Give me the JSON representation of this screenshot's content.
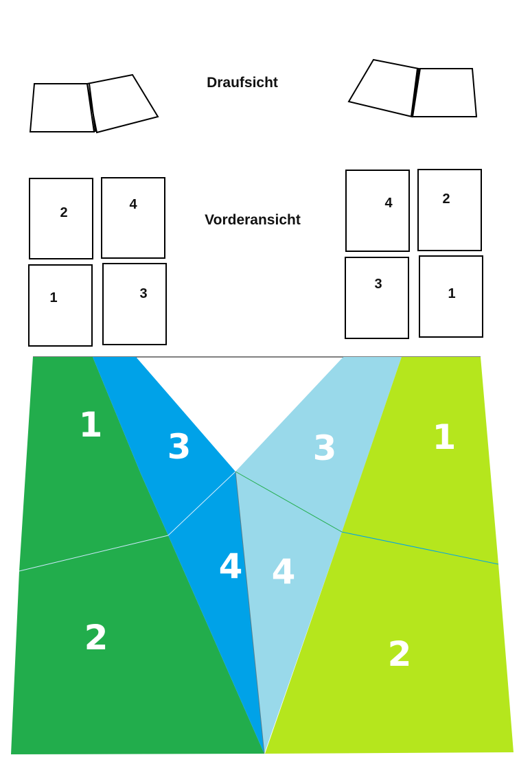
{
  "titles": {
    "top_view": "Draufsicht",
    "front_view": "Vorderansicht"
  },
  "front_view_left": [
    "2",
    "4",
    "1",
    "3"
  ],
  "front_view_right": [
    "4",
    "2",
    "3",
    "1"
  ],
  "net_labels": {
    "left_outer_top": "1",
    "left_inner_top": "3",
    "left_inner_bottom": "4",
    "left_outer_bottom": "2",
    "right_inner_top": "3",
    "right_outer_top": "1",
    "right_inner_bottom": "4",
    "right_outer_bottom": "2"
  },
  "colors": {
    "dark_green": "#22ad4c",
    "blue": "#00a2e8",
    "light_blue": "#99d9ea",
    "lime": "#b5e61d"
  }
}
